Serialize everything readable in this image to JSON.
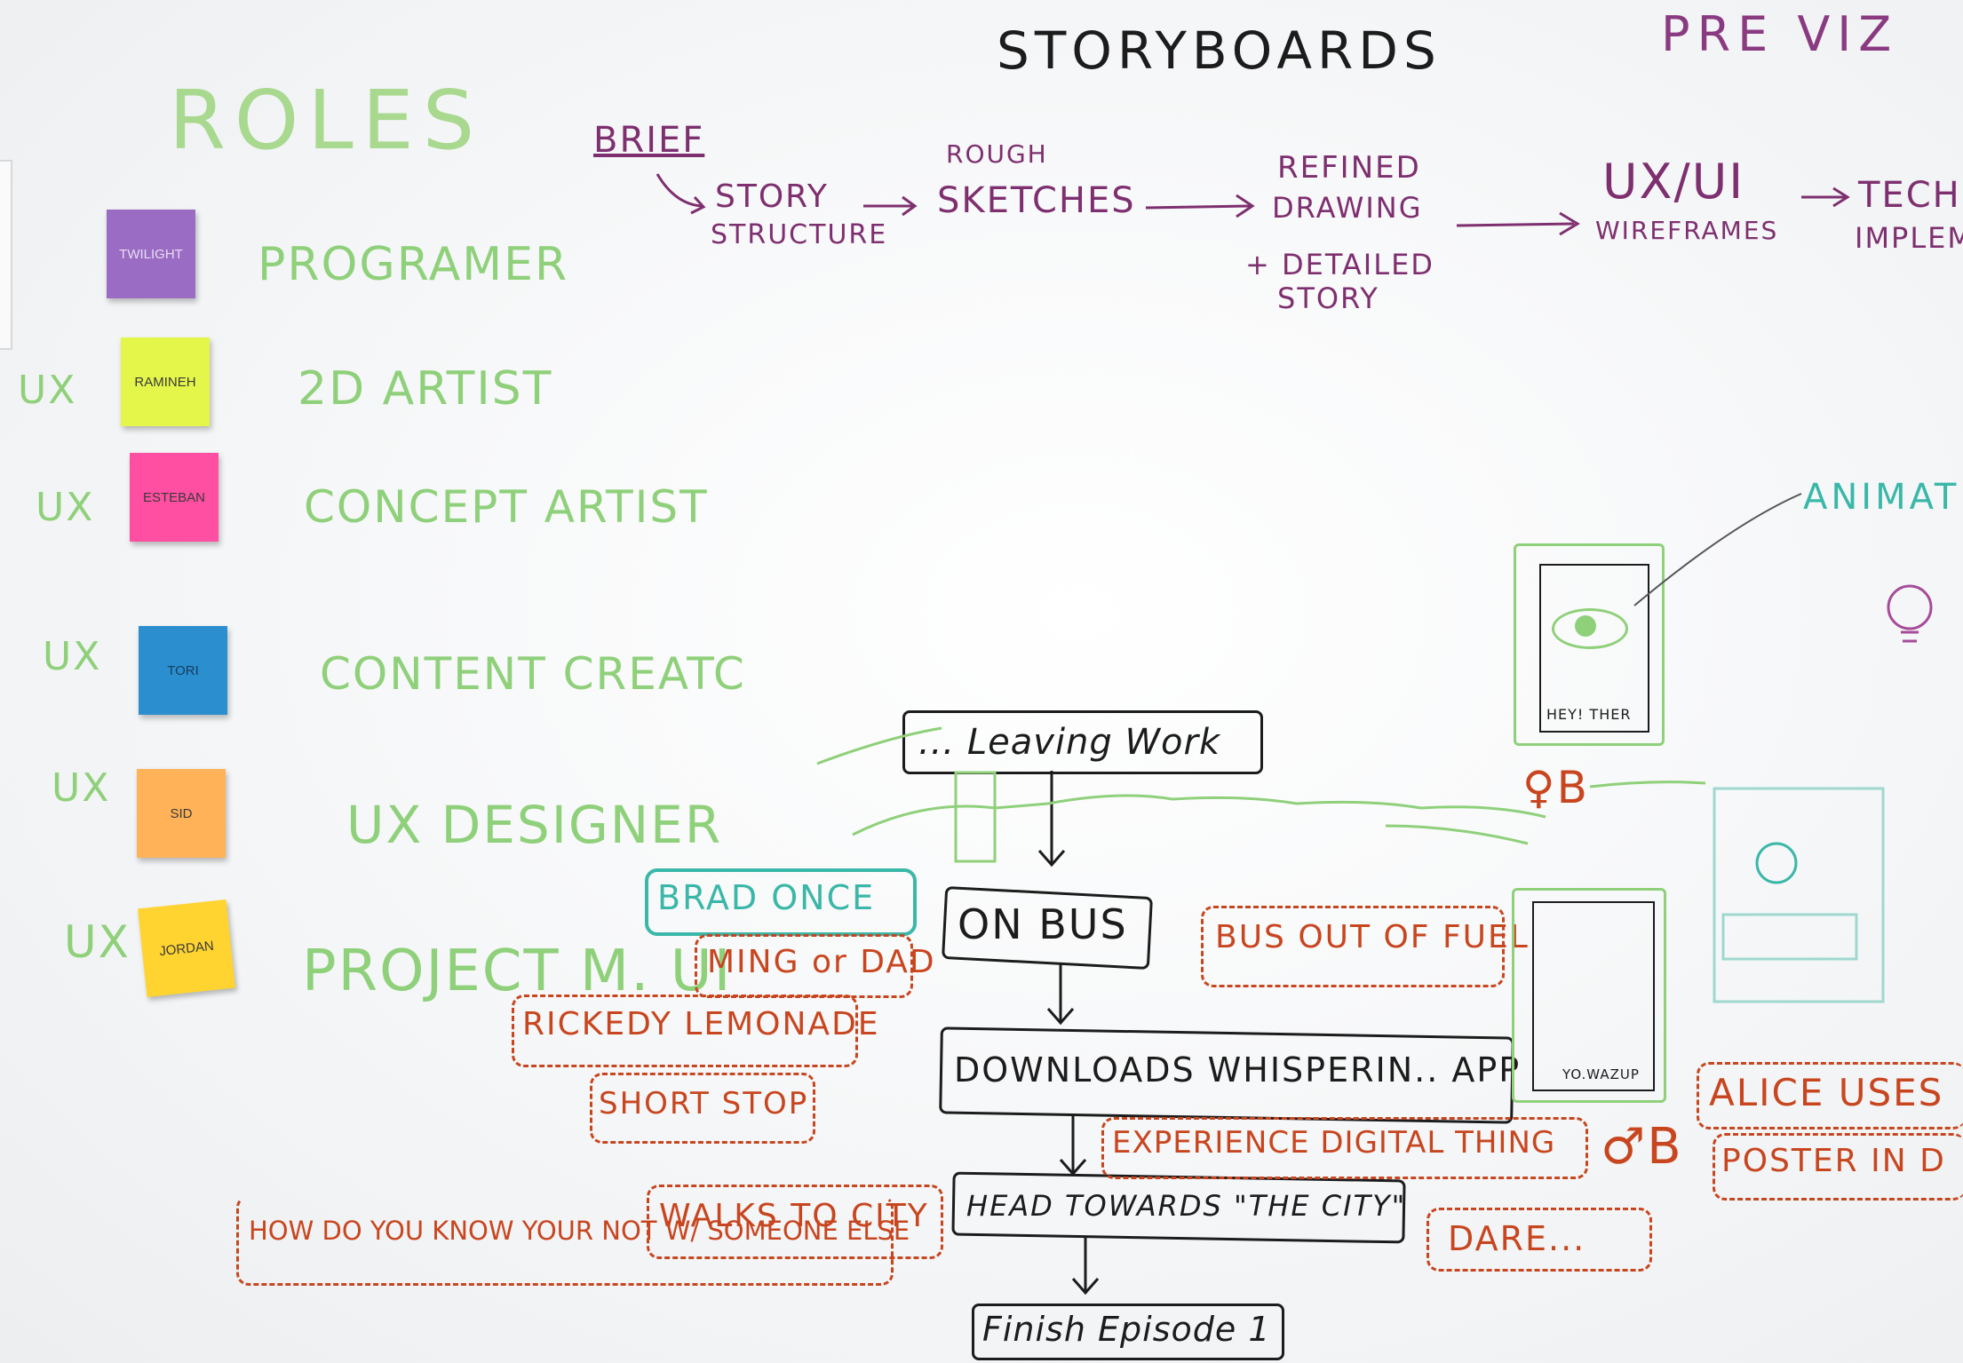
{
  "headers": {
    "storyboards": "STORYBOARDS",
    "previz": "PRE VIZ",
    "roles": "ROLES"
  },
  "roles": [
    {
      "note": "TWILIGHT",
      "role": "PROGRAMER",
      "prefix": "",
      "color": "#9b6cc4"
    },
    {
      "note": "RAMINEH",
      "role": "2D ARTIST",
      "prefix": "UX",
      "color": "#e4f64a"
    },
    {
      "note": "ESTEBAN",
      "role": "CONCEPT ARTIST",
      "prefix": "UX",
      "color": "#ff4fa3"
    },
    {
      "note": "TORI",
      "role": "CONTENT CREATC",
      "prefix": "UX",
      "color": "#2b8fcf"
    },
    {
      "note": "SID",
      "role": "UX DESIGNER",
      "prefix": "UX",
      "color": "#ffb258"
    },
    {
      "note": "JORDAN",
      "role": "PROJECT M. UI",
      "prefix": "UX",
      "color": "#ffd430"
    }
  ],
  "pipeline": {
    "brief": "BRIEF",
    "story_structure_1": "STORY",
    "story_structure_2": "STRUCTURE",
    "rough_1": "ROUGH",
    "rough_2": "SKETCHES",
    "refined_1": "REFINED",
    "refined_2": "DRAWING",
    "detailed_1": "+ DETAILED",
    "detailed_2": "STORY",
    "uxui": "UX/UI",
    "wireframes": "WIREFRAMES",
    "tech_1": "TECH",
    "tech_2": "IMPLEM"
  },
  "flow": {
    "leaving_work": "... Leaving Work",
    "on_bus": "ON BUS",
    "downloads": "DOWNLOADS WHISPERIN.. APP",
    "head_towards": "HEAD TOWARDS \"THE CITY\"",
    "finish": "Finish Episode 1"
  },
  "notes": {
    "brad_once": "BRAD ONCE",
    "ming_or_dad": "MING or DAD",
    "rickedy": "RICKEDY LEMONADE",
    "short_stop": "SHORT STOP",
    "bus_out_of_fuel": "BUS OUT OF FUEL",
    "experience": "EXPERIENCE DIGITAL THING",
    "walks_to_city": "WALKS TO CITY",
    "how_do_you_know": "HOW DO YOU KNOW YOUR NOT W/ SOMEONE ELSE",
    "dare": "DARE...",
    "alice_uses": "ALICE USES",
    "poster_in": "POSTER IN D",
    "female_b": "♀B",
    "male_b": "♂B",
    "animat": "ANIMAT",
    "hey_there": "HEY! THER",
    "yo_wazup": "YO.WAZUP"
  }
}
